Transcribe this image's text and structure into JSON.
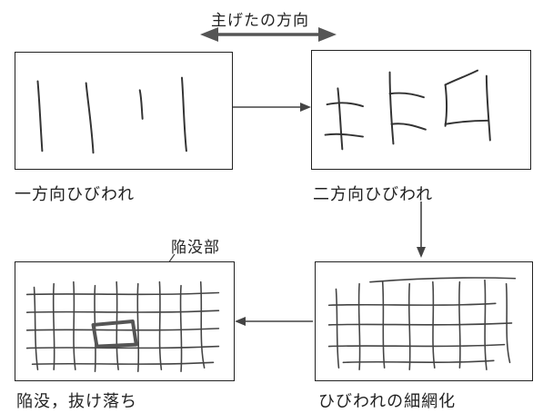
{
  "direction_label": "主げたの方向",
  "panels": [
    {
      "caption": "一方向ひびわれ"
    },
    {
      "caption": "二方向ひびわれ"
    },
    {
      "caption": "ひびわれの細網化"
    },
    {
      "caption": "陥没，抜け落ち"
    }
  ],
  "callout_label": "陥没部",
  "colors": {
    "line": "#333333",
    "arrow": "#555555",
    "hole": "#555555"
  }
}
